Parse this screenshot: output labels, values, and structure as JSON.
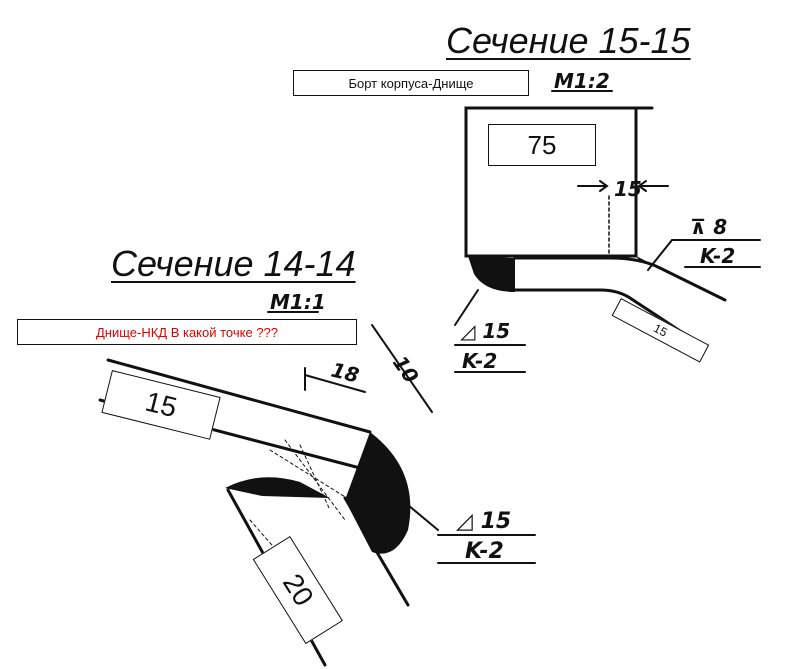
{
  "section_15": {
    "title": "Сечение 15-15",
    "label": "Борт корпуса-Днище",
    "scale": "M1:2",
    "thickness_top": "75",
    "thickness_bottom": "15",
    "gap": "15",
    "weld_upper": {
      "leg": "8",
      "code": "K-2"
    },
    "weld_lower": {
      "leg": "15",
      "code": "K-2"
    }
  },
  "section_14": {
    "title": "Сечение 14-14",
    "label": "Днище-НКД В какой точке ???",
    "label_color": "#e00000",
    "scale": "M1:1",
    "thickness_upper": "15",
    "thickness_lower": "20",
    "dim_18": "18",
    "dim_10": "10",
    "weld": {
      "leg": "15",
      "code": "K-2"
    }
  }
}
